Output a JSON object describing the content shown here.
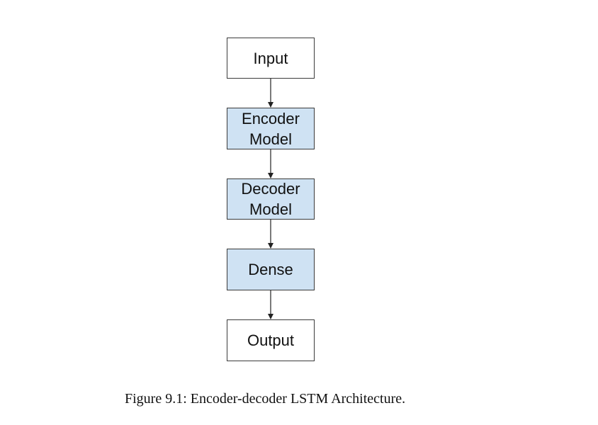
{
  "diagram": {
    "nodes": [
      {
        "id": "input",
        "label": "Input",
        "fill": "#ffffff"
      },
      {
        "id": "encoder",
        "label": "Encoder\nModel",
        "fill": "#cfe2f3"
      },
      {
        "id": "decoder",
        "label": "Decoder\nModel",
        "fill": "#cfe2f3"
      },
      {
        "id": "dense",
        "label": "Dense",
        "fill": "#cfe2f3"
      },
      {
        "id": "output",
        "label": "Output",
        "fill": "#ffffff"
      }
    ],
    "edges": [
      {
        "from": "input",
        "to": "encoder"
      },
      {
        "from": "encoder",
        "to": "decoder"
      },
      {
        "from": "decoder",
        "to": "dense"
      },
      {
        "from": "dense",
        "to": "output"
      }
    ],
    "caption": "Figure 9.1: Encoder-decoder LSTM Architecture."
  }
}
